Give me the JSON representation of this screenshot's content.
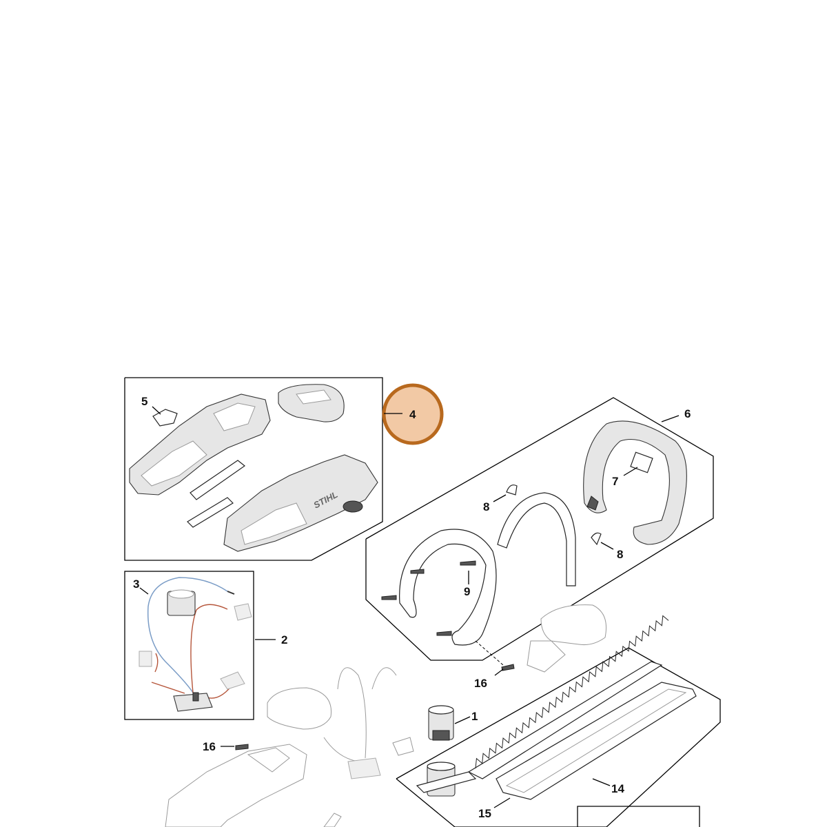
{
  "diagram": {
    "brand_logo_text": "STIHL",
    "highlight_color": "#b8691e",
    "highlight_fill": "#f2c9a5",
    "callouts": {
      "c1": "1",
      "c2": "2",
      "c3": "3",
      "c4": "4",
      "c5": "5",
      "c6": "6",
      "c7": "7",
      "c8a": "8",
      "c8b": "8",
      "c9": "9",
      "c14": "14",
      "c15": "15",
      "c16a": "16",
      "c16b": "16"
    }
  }
}
